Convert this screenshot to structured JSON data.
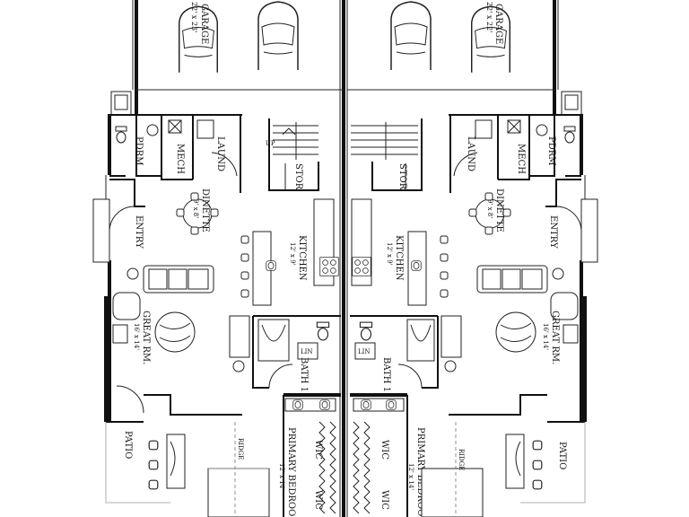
{
  "rooms": {
    "garage_left": {
      "name": "GARAGE",
      "dims": "22' x 23'"
    },
    "garage_right": {
      "name": "GARAGE",
      "dims": "22' x 22'"
    },
    "pdrm": "PDRM",
    "mech": "MECH",
    "laund": "LAUND",
    "stor": "STOR",
    "up": "UP",
    "dinette": {
      "name": "DINETTE",
      "dims": "9' x 8'"
    },
    "kitchen": {
      "name": "KITCHEN",
      "dims": "12' x 9'"
    },
    "entry": "ENTRY",
    "great_rm": {
      "name": "GREAT RM.",
      "dims": "16' x 14'"
    },
    "bath": "BATH 1",
    "lin": "LIN",
    "wic": "WIC",
    "primary": {
      "name": "PRIMARY BEDROOM",
      "dims": "12' x 14'"
    },
    "patio": "PATIO",
    "ridge": "RIDGE"
  }
}
